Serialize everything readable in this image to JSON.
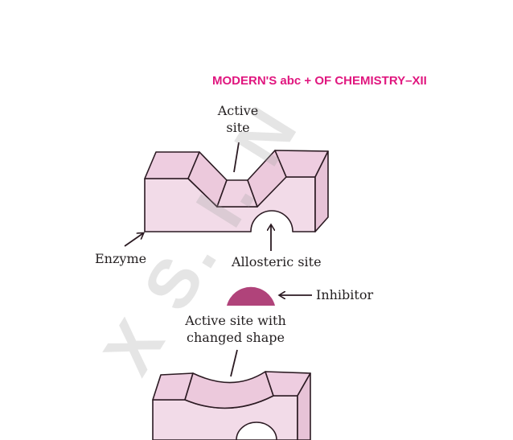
{
  "header": {
    "title": "MODERN'S abc + OF CHEMISTRY–XII"
  },
  "labels": {
    "active_site_line1": "Active",
    "active_site_line2": "site",
    "enzyme": "Enzyme",
    "allosteric_site": "Allosteric site",
    "inhibitor": "Inhibitor",
    "changed_line1": "Active site with",
    "changed_line2": "changed shape"
  },
  "watermark": {
    "text": "X S. I. N"
  },
  "colors": {
    "header": "#e0177f",
    "enzyme_front": "#f2dbe8",
    "enzyme_top": "#eecde0",
    "enzyme_side": "#e7c3d7",
    "inhibitor": "#b0437a",
    "outline": "#2b1a22"
  }
}
